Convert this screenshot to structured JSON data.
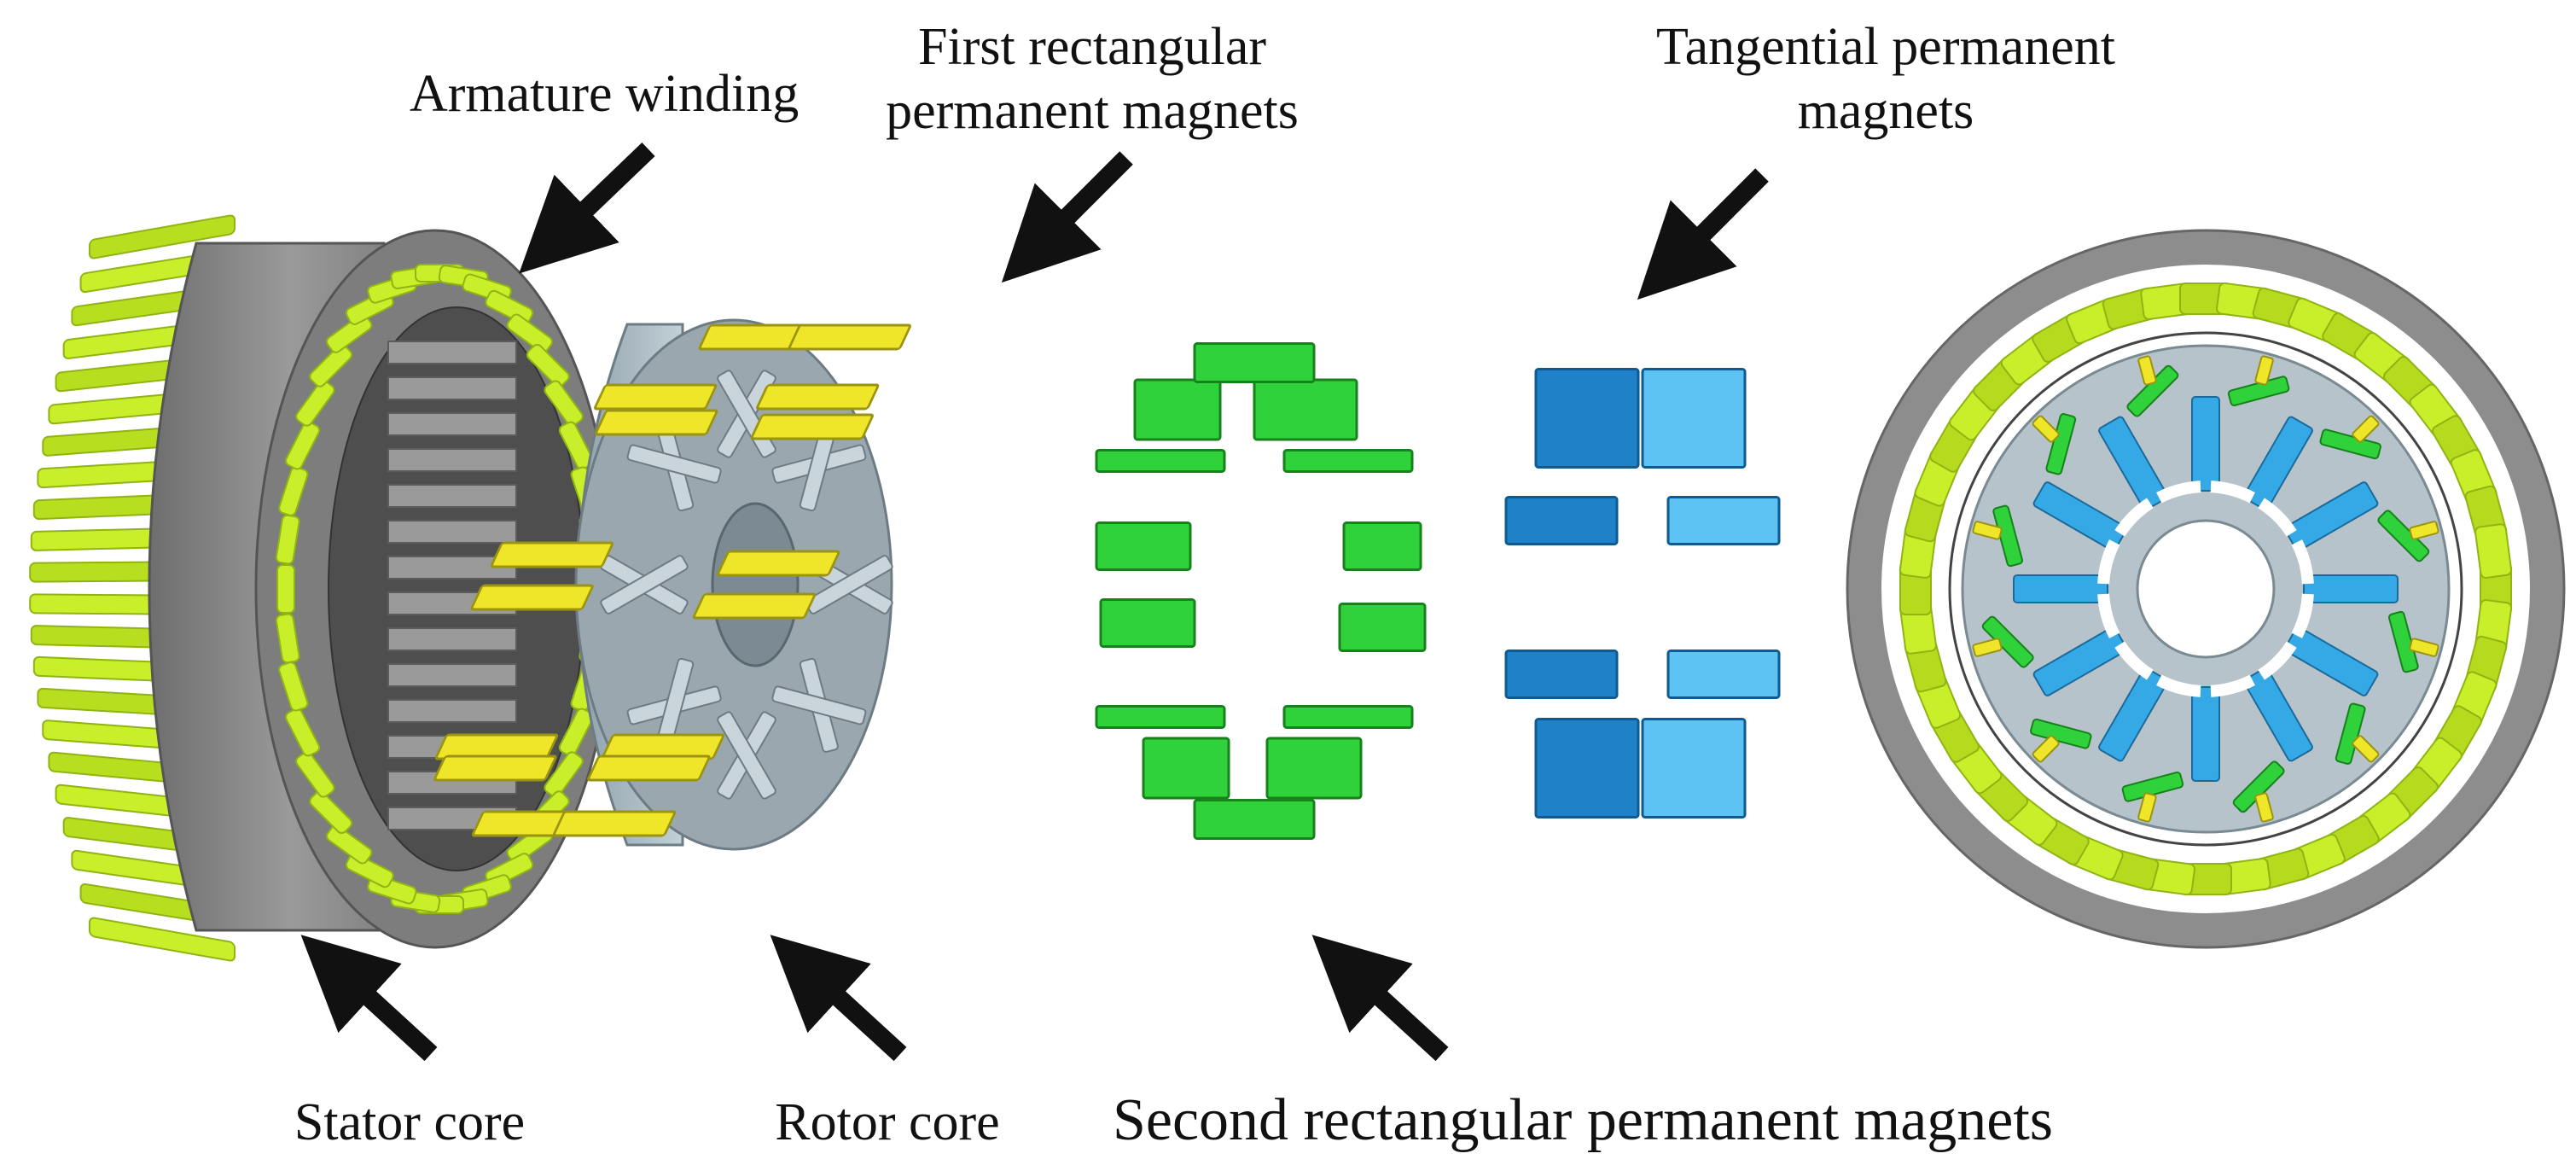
{
  "labels": {
    "armature": "Armature winding",
    "first_line1": "First rectangular",
    "first_line2": "permanent magnets",
    "tangential_line1": "Tangential permanent",
    "tangential_line2": "magnets",
    "stator": "Stator core",
    "rotor": "Rotor core",
    "second": "Second rectangular permanent magnets"
  },
  "colors": {
    "winding": "#c8ef2a",
    "winding_dark": "#8fb414",
    "stator": "#8a8a8a",
    "rotor": "#aab9c2",
    "yellow_magnet": "#efe62a",
    "green_magnet": "#2fd23a",
    "blue_magnet": "#35a8e6",
    "arrow": "#111111"
  }
}
